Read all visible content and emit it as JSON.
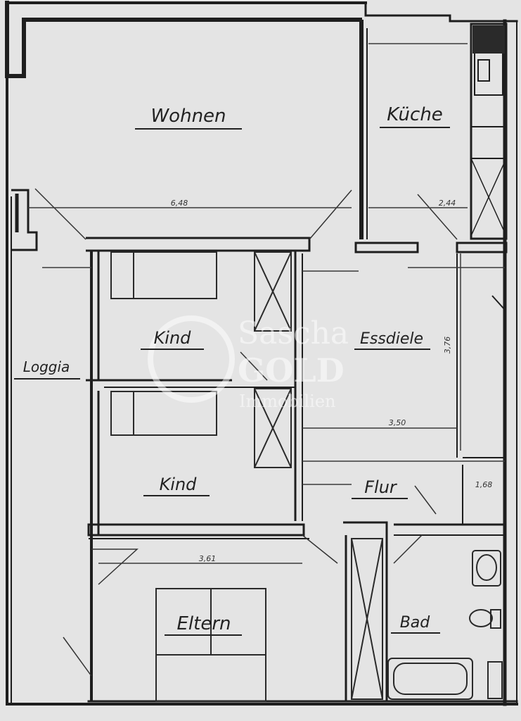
{
  "rooms": {
    "wohnen": "Wohnen",
    "kueche": "Küche",
    "kind1": "Kind",
    "kind2": "Kind",
    "essdiele": "Essdiele",
    "loggia": "Loggia",
    "flur": "Flur",
    "eltern": "Eltern",
    "bad": "Bad"
  },
  "dimensions": {
    "wohnen_width": "6,48",
    "kueche_width": "2,44",
    "essdiele_height": "3,76",
    "essdiele_width": "3,50",
    "eltern_width": "3,61",
    "flur_width": "1,68"
  },
  "watermark": {
    "line1": "Sascha",
    "line2": "GOLD",
    "line3": "Immobilien"
  },
  "colors": {
    "paper": "#e4e4e4",
    "wall": "#1e1e1e",
    "line": "#3a3a3a"
  }
}
